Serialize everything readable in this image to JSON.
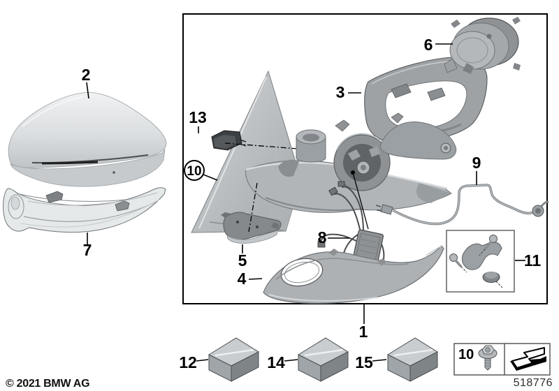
{
  "page": {
    "copyright": "© 2021 BMW AG",
    "diagram_number": "518776",
    "background": "#ffffff"
  },
  "callouts": {
    "part1": "1",
    "part2": "2",
    "part3": "3",
    "part4": "4",
    "part5": "5",
    "part6": "6",
    "part7": "7",
    "part8": "8",
    "part9": "9",
    "part10": "10",
    "part11": "11",
    "part12": "12",
    "part13": "13",
    "part14": "14",
    "part15": "15"
  },
  "legend": {
    "fastener_label": "10",
    "icons": [
      "screw-icon",
      "direction-of-travel-arrow-icon"
    ]
  },
  "colors": {
    "outline": "#000000",
    "part_light": "#d8dbdd",
    "part_mid": "#a9adb0",
    "part_dark": "#7c8083",
    "metal_dark": "#55595c"
  }
}
